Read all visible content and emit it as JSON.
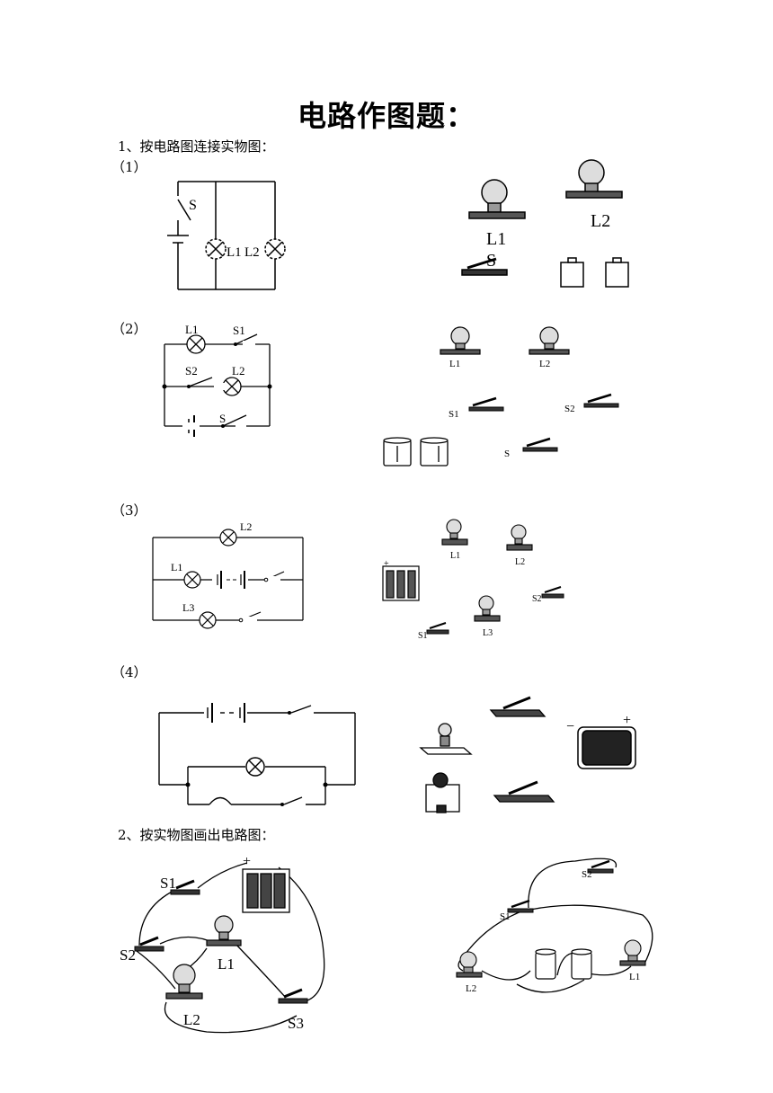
{
  "title": "电路作图题：",
  "section1": {
    "heading": "1、按电路图连接实物图：",
    "parts": [
      {
        "label": "（1）",
        "schematic": {
          "s": "S",
          "l1": "L1",
          "l2": "L2"
        },
        "components": {
          "l1": "L1",
          "l2": "L2",
          "s": "S"
        }
      },
      {
        "label": "（2）",
        "schematic": {
          "l1": "L1",
          "l2": "L2",
          "s1": "S1",
          "s2": "S2",
          "s": "S"
        },
        "components": {
          "l1": "L1",
          "l2": "L2",
          "s1": "S1",
          "s2": "S2",
          "s": "S"
        }
      },
      {
        "label": "（3）",
        "schematic": {
          "l1": "L1",
          "l2": "L2",
          "l3": "L3"
        },
        "components": {
          "l1": "L1",
          "l2": "L2",
          "l3": "L3",
          "s1": "S1",
          "s2": "S2",
          "plus": "+"
        }
      },
      {
        "label": "（4）",
        "components": {
          "minus": "−",
          "plus": "+"
        }
      }
    ]
  },
  "section2": {
    "heading": "2、按实物图画出电路图：",
    "left": {
      "s1": "S1",
      "s2": "S2",
      "s3": "S3",
      "l1": "L1",
      "l2": "L2",
      "plus": "+"
    },
    "right": {
      "s1": "S1",
      "s2": "S2",
      "l1": "L1",
      "l2": "L2"
    }
  }
}
